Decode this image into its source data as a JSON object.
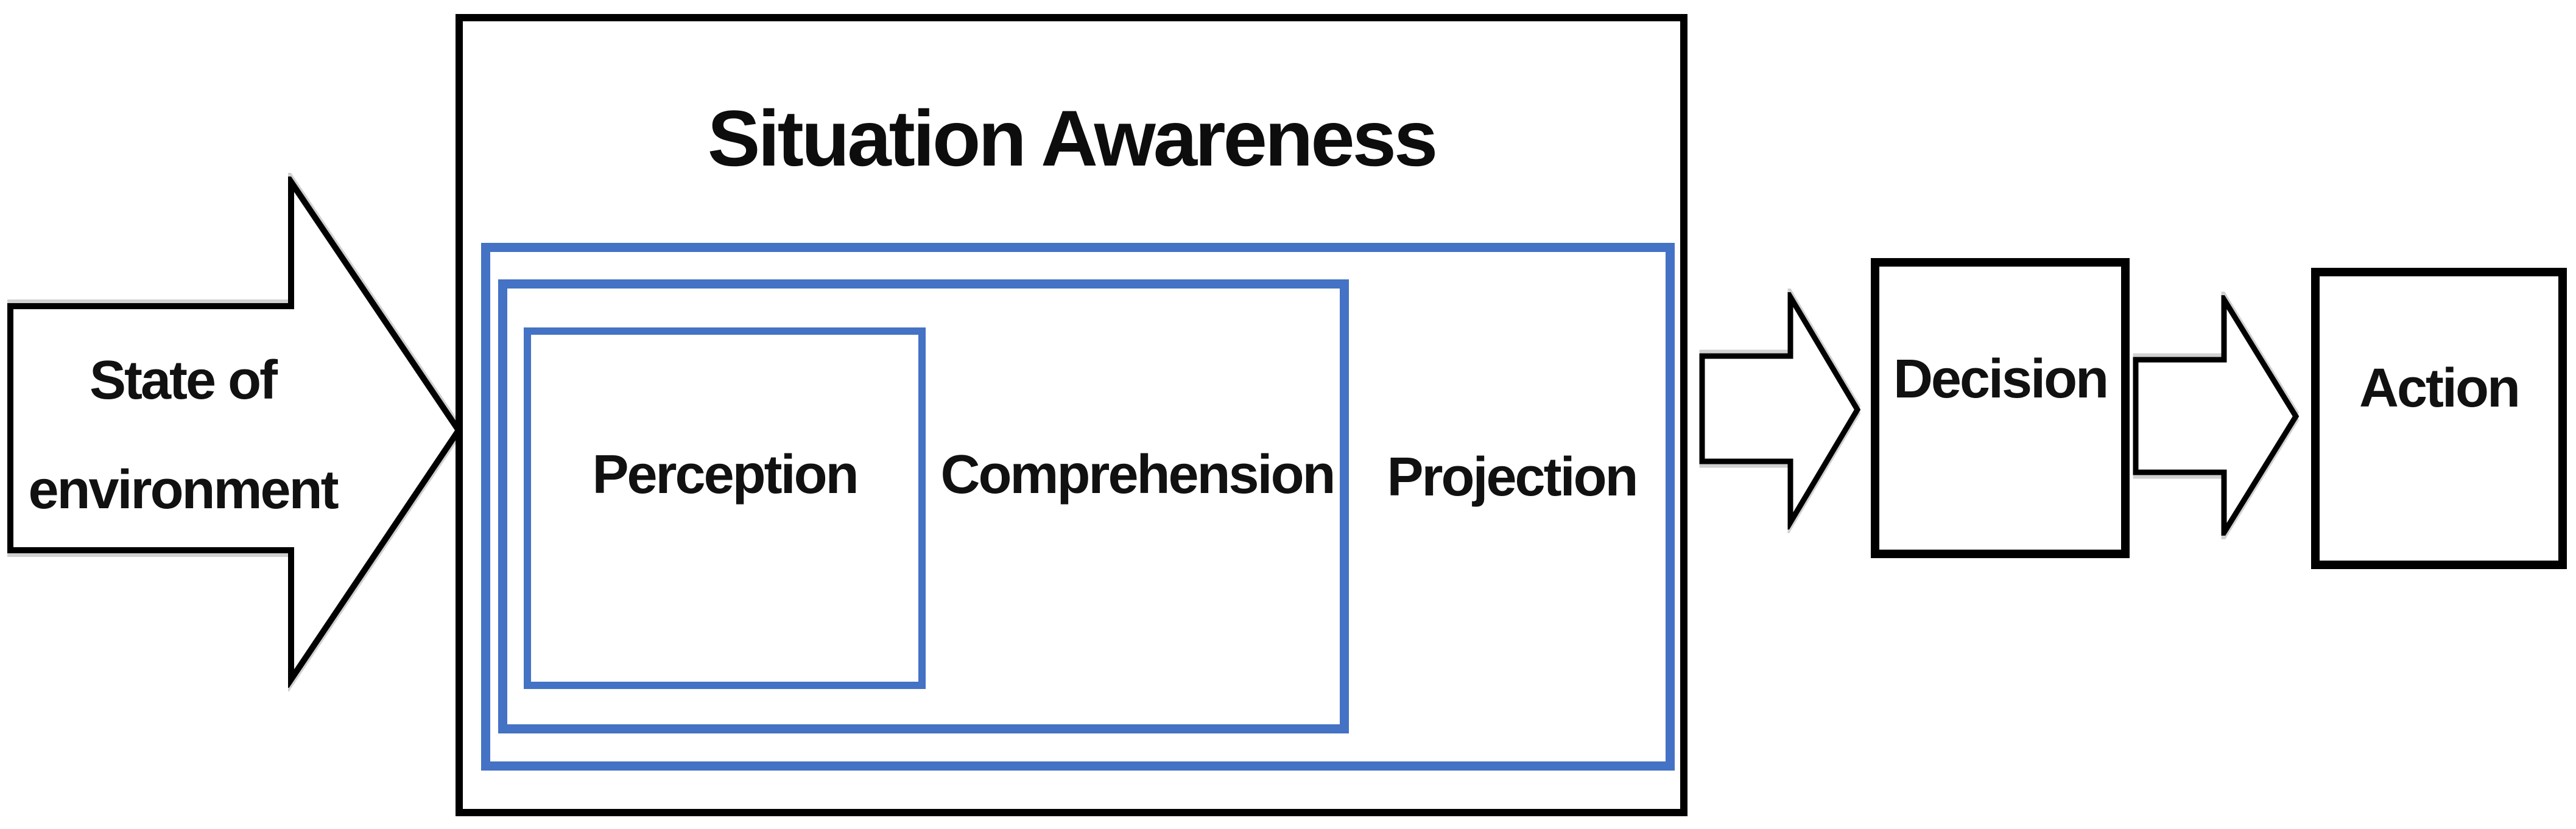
{
  "diagram": {
    "background_color": "#ffffff",
    "colors": {
      "outline_black": "#000000",
      "nested_box_blue": "#4472C4",
      "arrow_fill": "#ffffff",
      "arrow_shadow_gray": "#969696",
      "text": "#111111"
    },
    "source_arrow": {
      "label_line1": "State of",
      "label_line2": "environment"
    },
    "sa_box": {
      "title": "Situation Awareness",
      "levels": [
        {
          "label": "Perception"
        },
        {
          "label": "Comprehension"
        },
        {
          "label": "Projection"
        }
      ]
    },
    "decision_box": {
      "label": "Decision"
    },
    "action_box": {
      "label": "Action"
    }
  }
}
